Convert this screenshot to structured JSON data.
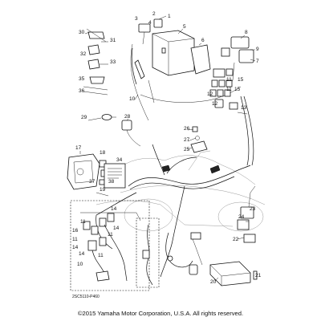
{
  "callouts": {
    "c1": "1",
    "c2": "2",
    "c3": "3",
    "c4": "4",
    "c5": "5",
    "c6": "6",
    "c7": "7",
    "c8": "8",
    "c9": "9",
    "c10a": "10",
    "c10b": "10",
    "c11a": "11",
    "c11b": "11",
    "c11c": "11",
    "c11d": "11",
    "c11e": "11",
    "c11f": "11",
    "c12a": "12",
    "c12b": "12",
    "c13": "13",
    "c14a": "14",
    "c14b": "14",
    "c14c": "14",
    "c14d": "14",
    "c15a": "15",
    "c15b": "15",
    "c16": "16",
    "c17": "17",
    "c18": "18",
    "c19": "19",
    "c20": "20",
    "c21": "21",
    "c22": "22",
    "c23": "23",
    "c24": "24",
    "c25": "25",
    "c26": "26",
    "c27": "27",
    "c28": "28",
    "c29": "29",
    "c30": "30",
    "c31": "31",
    "c32": "32",
    "c33": "33",
    "c34": "34",
    "c35": "35",
    "c36": "36",
    "c37": "37",
    "c38": "38"
  },
  "diagram_code": "2SC5110-P460",
  "copyright": "©2015 Yamaha Motor Corporation, U.S.A. All rights reserved."
}
